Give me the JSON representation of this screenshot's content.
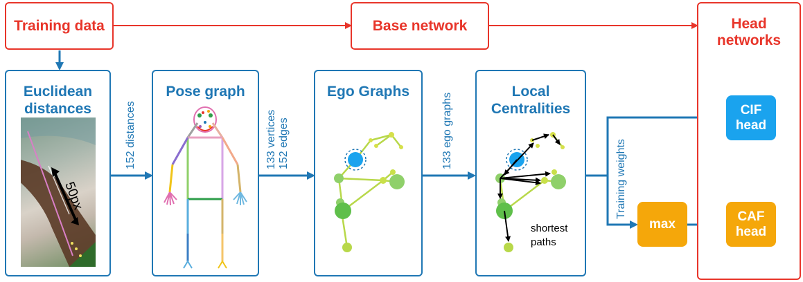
{
  "training_data": "Training data",
  "base_network": "Base network",
  "head_networks": [
    "Head",
    "networks"
  ],
  "euclidean": [
    "Euclidean",
    "distances"
  ],
  "pose_graph": "Pose graph",
  "ego_graphs": "Ego Graphs",
  "local_centralities": [
    "Local",
    "Centralities"
  ],
  "label_152_distances": "152 distances",
  "label_vertices": "133 vertices",
  "label_edges": "152 edges",
  "label_ego": "133 ego graphs",
  "label_training_weights": "Training weights",
  "photo_label": "50px",
  "shortest_paths": [
    "shortest",
    "paths"
  ],
  "cif_head": [
    "CIF",
    "head"
  ],
  "caf_head": [
    "CAF",
    "head"
  ],
  "max_label": "max",
  "colors": {
    "red": "#e8352a",
    "blue": "#1f77b4",
    "cif": "#1aa3ee",
    "caf": "#f5a70a"
  }
}
